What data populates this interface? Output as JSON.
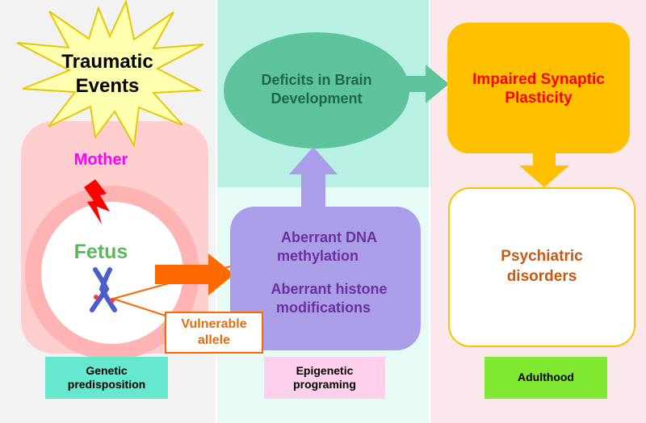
{
  "title_burst": {
    "line1": "Traumatic",
    "line2": "Events"
  },
  "panel1": {
    "mother": "Mother",
    "fetus": "Fetus",
    "allele_line1": "Vulnerable",
    "allele_line2": "allele",
    "label_line1": "Genetic",
    "label_line2": "predisposition"
  },
  "panel2": {
    "ellipse_line1": "Deficits in Brain",
    "ellipse_line2": "Development",
    "dna_line1": "Aberrant DNA",
    "dna_line2": "methylation",
    "histone_line1": "Aberrant histone",
    "histone_line2": "modifications",
    "label_line1": "Epigenetic",
    "label_line2": "programing"
  },
  "panel3": {
    "synaptic_line1": "Impaired Synaptic",
    "synaptic_line2": "Plasticity",
    "psych_line1": "Psychiatric",
    "psych_line2": "disorders",
    "label": "Adulthood"
  },
  "colors": {
    "panel1_bg": "#f2f2f2",
    "panel2_bg": "#e6faf6",
    "panel2_top": "#b8f0e4",
    "panel3_bg": "#fbe8ec",
    "ellipse": "#5cc39a",
    "purple_box": "#ab9ee8",
    "orange_box": "#ffc000",
    "mother_text": "#ff00ff",
    "fetus_text": "#5cb85c",
    "red_text": "#ff0000",
    "purple_text": "#6b2fa0",
    "brown_text": "#c55a11"
  }
}
